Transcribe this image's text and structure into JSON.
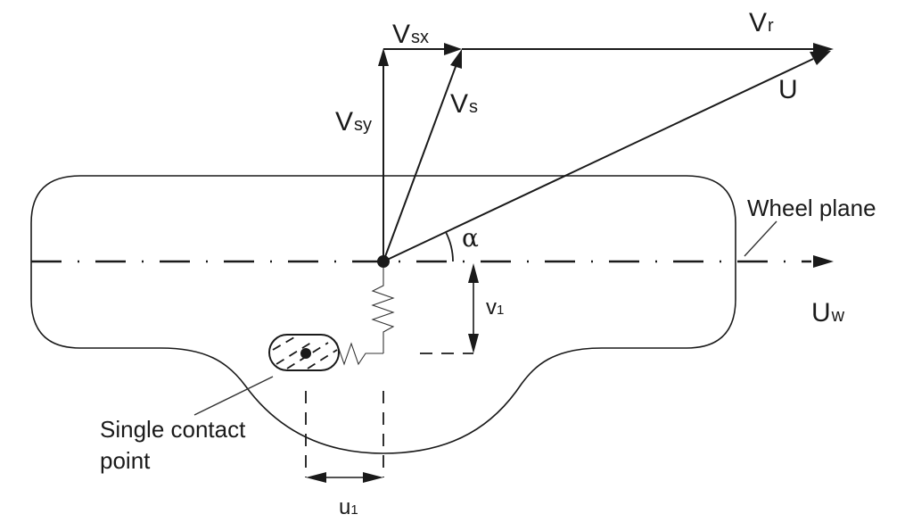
{
  "diagram": {
    "type": "tire slip vector diagram",
    "vectors": {
      "vsx": {
        "main": "V",
        "sub": "sx"
      },
      "vsy": {
        "main": "V",
        "sub": "sy"
      },
      "vs": {
        "main": "V",
        "sub": "s"
      },
      "vr": {
        "main": "V",
        "sub": "r"
      },
      "u": {
        "main": "U"
      },
      "uw": {
        "main": "U",
        "sub": "w"
      }
    },
    "angle_label": "α",
    "labels": {
      "wheel_plane": "Wheel plane",
      "contact_point_line1": "Single contact",
      "contact_point_line2": "point"
    },
    "dimensions": {
      "v1": {
        "main": "v",
        "sub": "1"
      },
      "u1": {
        "main": "u",
        "sub": "1"
      }
    },
    "colors": {
      "ink": "#1a1a1a",
      "background": "#ffffff"
    }
  }
}
